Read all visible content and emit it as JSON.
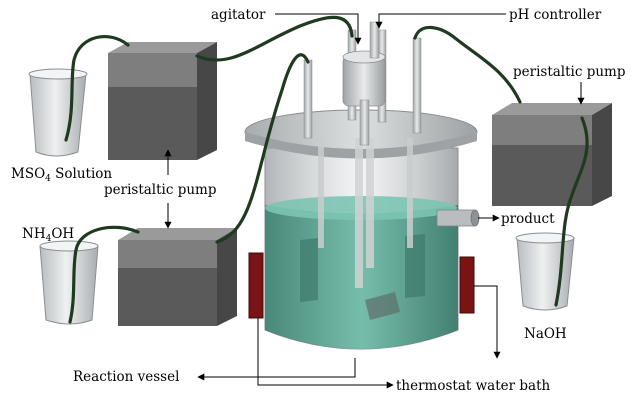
{
  "labels": {
    "agitator": "agitator",
    "ph_controller": "pH controller",
    "peristaltic_pump_right": "peristaltic pump",
    "peristaltic_pump_left": "peristaltic pump",
    "mso4_main": "MSO",
    "mso4_sub": "4",
    "mso4_tail": " Solution",
    "nh4oh_a": "NH",
    "nh4oh_sub": "4",
    "nh4oh_b": "OH",
    "product": "product",
    "naoh": "NaOH",
    "reaction_vessel": "Reaction vessel",
    "thermostat_water_bath": "thermostat water bath"
  },
  "colors": {
    "tube": "#1f3b1f",
    "pump_top": "#9a9a9a",
    "pump_front": "#5a5a5a",
    "pump_side": "#474747",
    "liquid": "#4f9e8d",
    "heater": "#7a1414",
    "glass": "#cfd3d6"
  }
}
